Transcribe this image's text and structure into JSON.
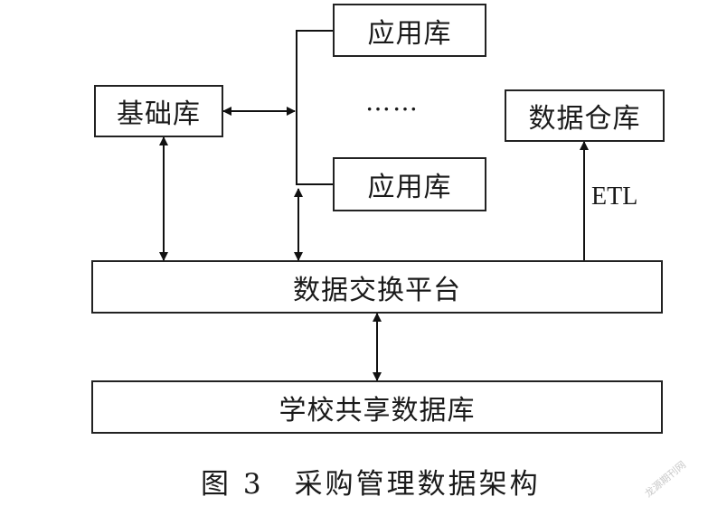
{
  "diagram": {
    "nodes": {
      "base_db": "基础库",
      "app_db_top": "应用库",
      "ellipsis": "……",
      "app_db_bottom": "应用库",
      "data_warehouse": "数据仓库",
      "exchange_platform": "数据交换平台",
      "school_shared_db": "学校共享数据库"
    },
    "edges": {
      "etl_label": "ETL"
    }
  },
  "caption": "图 3　采购管理数据架构",
  "watermark": "龙源期刊网"
}
